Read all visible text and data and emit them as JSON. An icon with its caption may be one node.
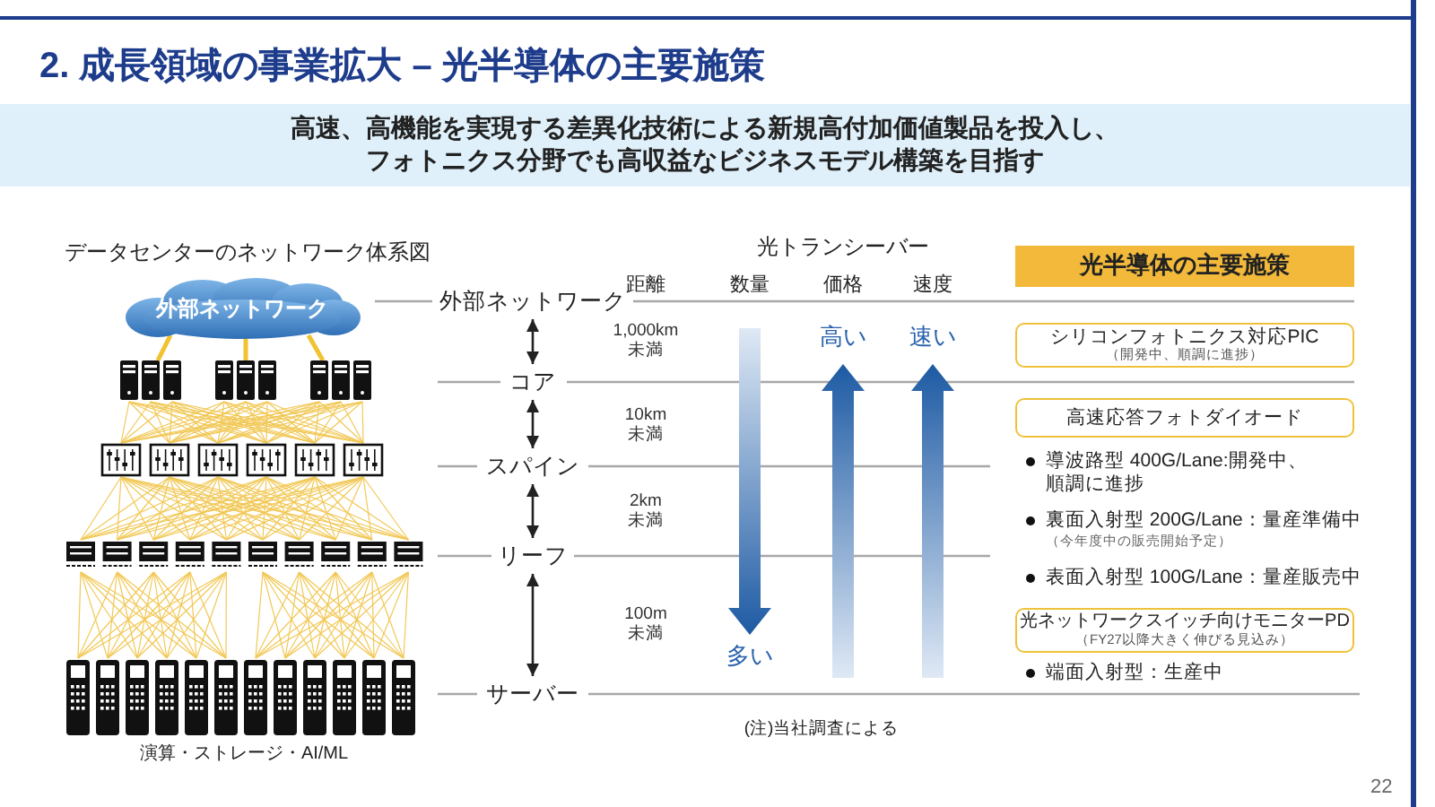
{
  "diagram": {
    "title": "2. 成長領域の事業拡大 – 光半導体の主要施策",
    "nodes": [
      {
        "text": [
          "高速、高機能を実現する差異化技術による新規高付加価値製品を投入し、フォトニクス分野でも高収益なビジネスモデル構築を目指す"
        ]
      },
      {
        "text": [
          "外部ネットワーク"
        ]
      },
      {
        "text": [],
        "shape": "picture",
        "beside": [
          "演算・ストレージ・AI/ML"
        ]
      },
      {
        "text": [
          "外部ネットワーク"
        ]
      },
      {
        "text": [
          "コア"
        ]
      },
      {
        "text": [
          "スパイン"
        ]
      },
      {
        "text": [
          "リーフ"
        ]
      },
      {
        "text": [
          "サーバー"
        ]
      },
      {
        "text": [
          "光半導体の主要施策"
        ]
      },
      {
        "text": [
          "シリコンフォトニクス対応PIC",
          "（開発中、順調に進捗）"
        ]
      },
      {
        "text": [
          "高速応答フォトダイオード"
        ],
        "beside": [
          "導波路型 400G/Lane:開発中、順調に進捗",
          "裏面入射型 200G/Lane：量産準備中",
          "（今年度中の販売開始予定）",
          "表面入射型 100G/Lane：量産販売中"
        ]
      },
      {
        "text": [
          "光ネットワークスイッチ向けモニターPD",
          "（FY27以降大きく伸びる見込み）"
        ],
        "beside": [
          "端面入射型：生産中"
        ]
      }
    ],
    "edges": [
      {
        "from": 1,
        "to": 2,
        "arrow": "none",
        "color": "#f2c230"
      },
      {
        "from": 1,
        "to": 2,
        "arrow": "none",
        "color": "#f2c230"
      },
      {
        "from": 1,
        "to": 2,
        "arrow": "none",
        "color": "#f2c230"
      },
      {
        "from": 3,
        "to": 4,
        "arrow": "both"
      },
      {
        "from": 4,
        "to": 5,
        "arrow": "both"
      },
      {
        "from": 5,
        "to": 6,
        "arrow": "both"
      },
      {
        "from": 6,
        "to": 7,
        "arrow": "both"
      }
    ],
    "labels": [
      "データセンターのネットワーク体系図",
      "光トランシーバー",
      "距離",
      "数量",
      "価格",
      "速度",
      "1,000km未満",
      "10km未満",
      "2km未満",
      "100m未満",
      "多い",
      "高い",
      "速い",
      "(注)当社調査による",
      "22"
    ]
  }
}
